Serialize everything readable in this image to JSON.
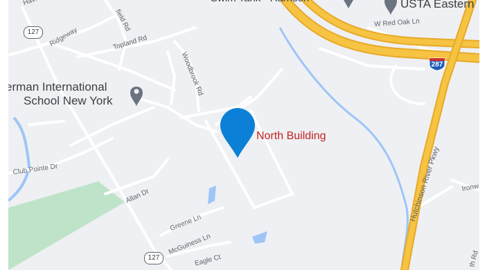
{
  "map": {
    "labels": {
      "top_left_road": "Havi",
      "ridgeway": "Ridgeway",
      "field_rd": "field Rd",
      "topland_rd": "Topland Rd",
      "woodbrook_rd": "Woodbrook Rd",
      "club_pointe_dr": "Club Pointe Dr",
      "allan_dr": "Allan Dr",
      "greene_ln": "Greene Ln",
      "mcguiness_ln": "McGuiness Ln",
      "eagle_ct": "Eagle Ct",
      "w_red_oak_ln": "W Red Oak Ln",
      "hutchinson_river_pkwy": "Hutchinson River Pkwy",
      "ironw": "Ironw",
      "th_rd": "th Rd",
      "swim_tank_harrison": "Swim Tank - Harrison"
    },
    "pois": {
      "school_line1": "erman International",
      "school_line2": "School New York",
      "usta": "USTA Eastern",
      "pin_label": "North Building"
    },
    "shields": {
      "route_127_top": "127",
      "route_127_bottom": "127",
      "interstate_287": "287"
    },
    "colors": {
      "background": "#eef0f3",
      "road": "#ffffff",
      "highway": "#f6c342",
      "highway_outline": "#e8a928",
      "water": "#9ec5f7",
      "park": "#bfe3c8",
      "pin": "#1a73e8",
      "pin_label": "#c5221f",
      "poi_icon": "#6b7280"
    }
  }
}
